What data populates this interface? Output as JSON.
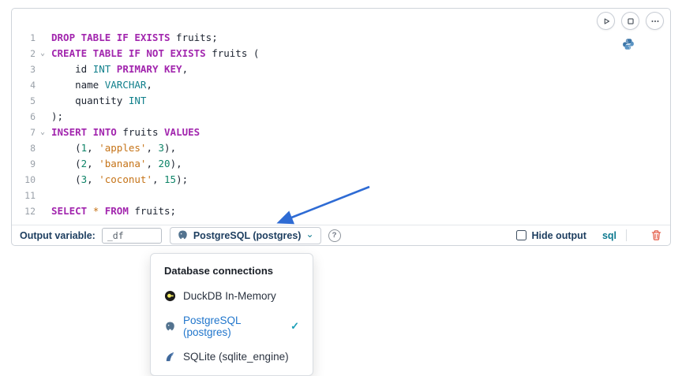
{
  "colors": {
    "keyword": "#a226ae",
    "type": "#12808c",
    "number": "#0f8468",
    "string": "#c57317",
    "operator": "#c57317",
    "code_text": "#202734",
    "line_number": "#9aa1a9",
    "label_navy": "#1c3d5f",
    "accent_teal": "#0e7a90",
    "selected_blue": "#2176cc",
    "check_teal": "#1b9fb8",
    "delete_red": "#e2553f",
    "arrow_blue": "#2e6bd4",
    "border": "#cfd4da"
  },
  "icons": {
    "chevron": "⌄",
    "check": "✓",
    "help": "?"
  },
  "code": {
    "lines": [
      {
        "n": "1",
        "fold": false,
        "tokens": [
          [
            "k",
            "DROP TABLE IF EXISTS"
          ],
          [
            "p",
            " fruits;"
          ]
        ]
      },
      {
        "n": "2",
        "fold": true,
        "tokens": [
          [
            "k",
            "CREATE TABLE IF NOT EXISTS"
          ],
          [
            "p",
            " fruits ("
          ]
        ]
      },
      {
        "n": "3",
        "fold": false,
        "tokens": [
          [
            "p",
            "    id "
          ],
          [
            "t",
            "INT"
          ],
          [
            "p",
            " "
          ],
          [
            "k",
            "PRIMARY KEY"
          ],
          [
            "p",
            ","
          ]
        ]
      },
      {
        "n": "4",
        "fold": false,
        "tokens": [
          [
            "p",
            "    name "
          ],
          [
            "t",
            "VARCHAR"
          ],
          [
            "p",
            ","
          ]
        ]
      },
      {
        "n": "5",
        "fold": false,
        "tokens": [
          [
            "p",
            "    quantity "
          ],
          [
            "t",
            "INT"
          ]
        ]
      },
      {
        "n": "6",
        "fold": false,
        "tokens": [
          [
            "p",
            ");"
          ]
        ]
      },
      {
        "n": "7",
        "fold": true,
        "tokens": [
          [
            "k",
            "INSERT INTO"
          ],
          [
            "p",
            " fruits "
          ],
          [
            "k",
            "VALUES"
          ]
        ]
      },
      {
        "n": "8",
        "fold": false,
        "tokens": [
          [
            "p",
            "    ("
          ],
          [
            "n",
            "1"
          ],
          [
            "p",
            ", "
          ],
          [
            "s",
            "'apples'"
          ],
          [
            "p",
            ", "
          ],
          [
            "n",
            "3"
          ],
          [
            "p",
            "),"
          ]
        ]
      },
      {
        "n": "9",
        "fold": false,
        "tokens": [
          [
            "p",
            "    ("
          ],
          [
            "n",
            "2"
          ],
          [
            "p",
            ", "
          ],
          [
            "s",
            "'banana'"
          ],
          [
            "p",
            ", "
          ],
          [
            "n",
            "20"
          ],
          [
            "p",
            "),"
          ]
        ]
      },
      {
        "n": "10",
        "fold": false,
        "tokens": [
          [
            "p",
            "    ("
          ],
          [
            "n",
            "3"
          ],
          [
            "p",
            ", "
          ],
          [
            "s",
            "'coconut'"
          ],
          [
            "p",
            ", "
          ],
          [
            "n",
            "15"
          ],
          [
            "p",
            ");"
          ]
        ]
      },
      {
        "n": "11",
        "fold": false,
        "tokens": []
      },
      {
        "n": "12",
        "fold": false,
        "tokens": [
          [
            "k",
            "SELECT"
          ],
          [
            "p",
            " "
          ],
          [
            "o",
            "*"
          ],
          [
            "p",
            " "
          ],
          [
            "k",
            "FROM"
          ],
          [
            "p",
            " fruits;"
          ]
        ]
      }
    ]
  },
  "footer": {
    "output_variable_label": "Output variable:",
    "output_variable_value": "_df",
    "connection_label": "PostgreSQL (postgres)",
    "hide_output_label": "Hide output",
    "language_badge": "sql"
  },
  "menu": {
    "title": "Database connections",
    "items": [
      {
        "label": "DuckDB In-Memory",
        "icon": "duckdb-icon",
        "selected": false
      },
      {
        "label": "PostgreSQL (postgres)",
        "icon": "postgresql-icon",
        "selected": true
      },
      {
        "label": "SQLite (sqlite_engine)",
        "icon": "sqlite-icon",
        "selected": false
      }
    ]
  }
}
